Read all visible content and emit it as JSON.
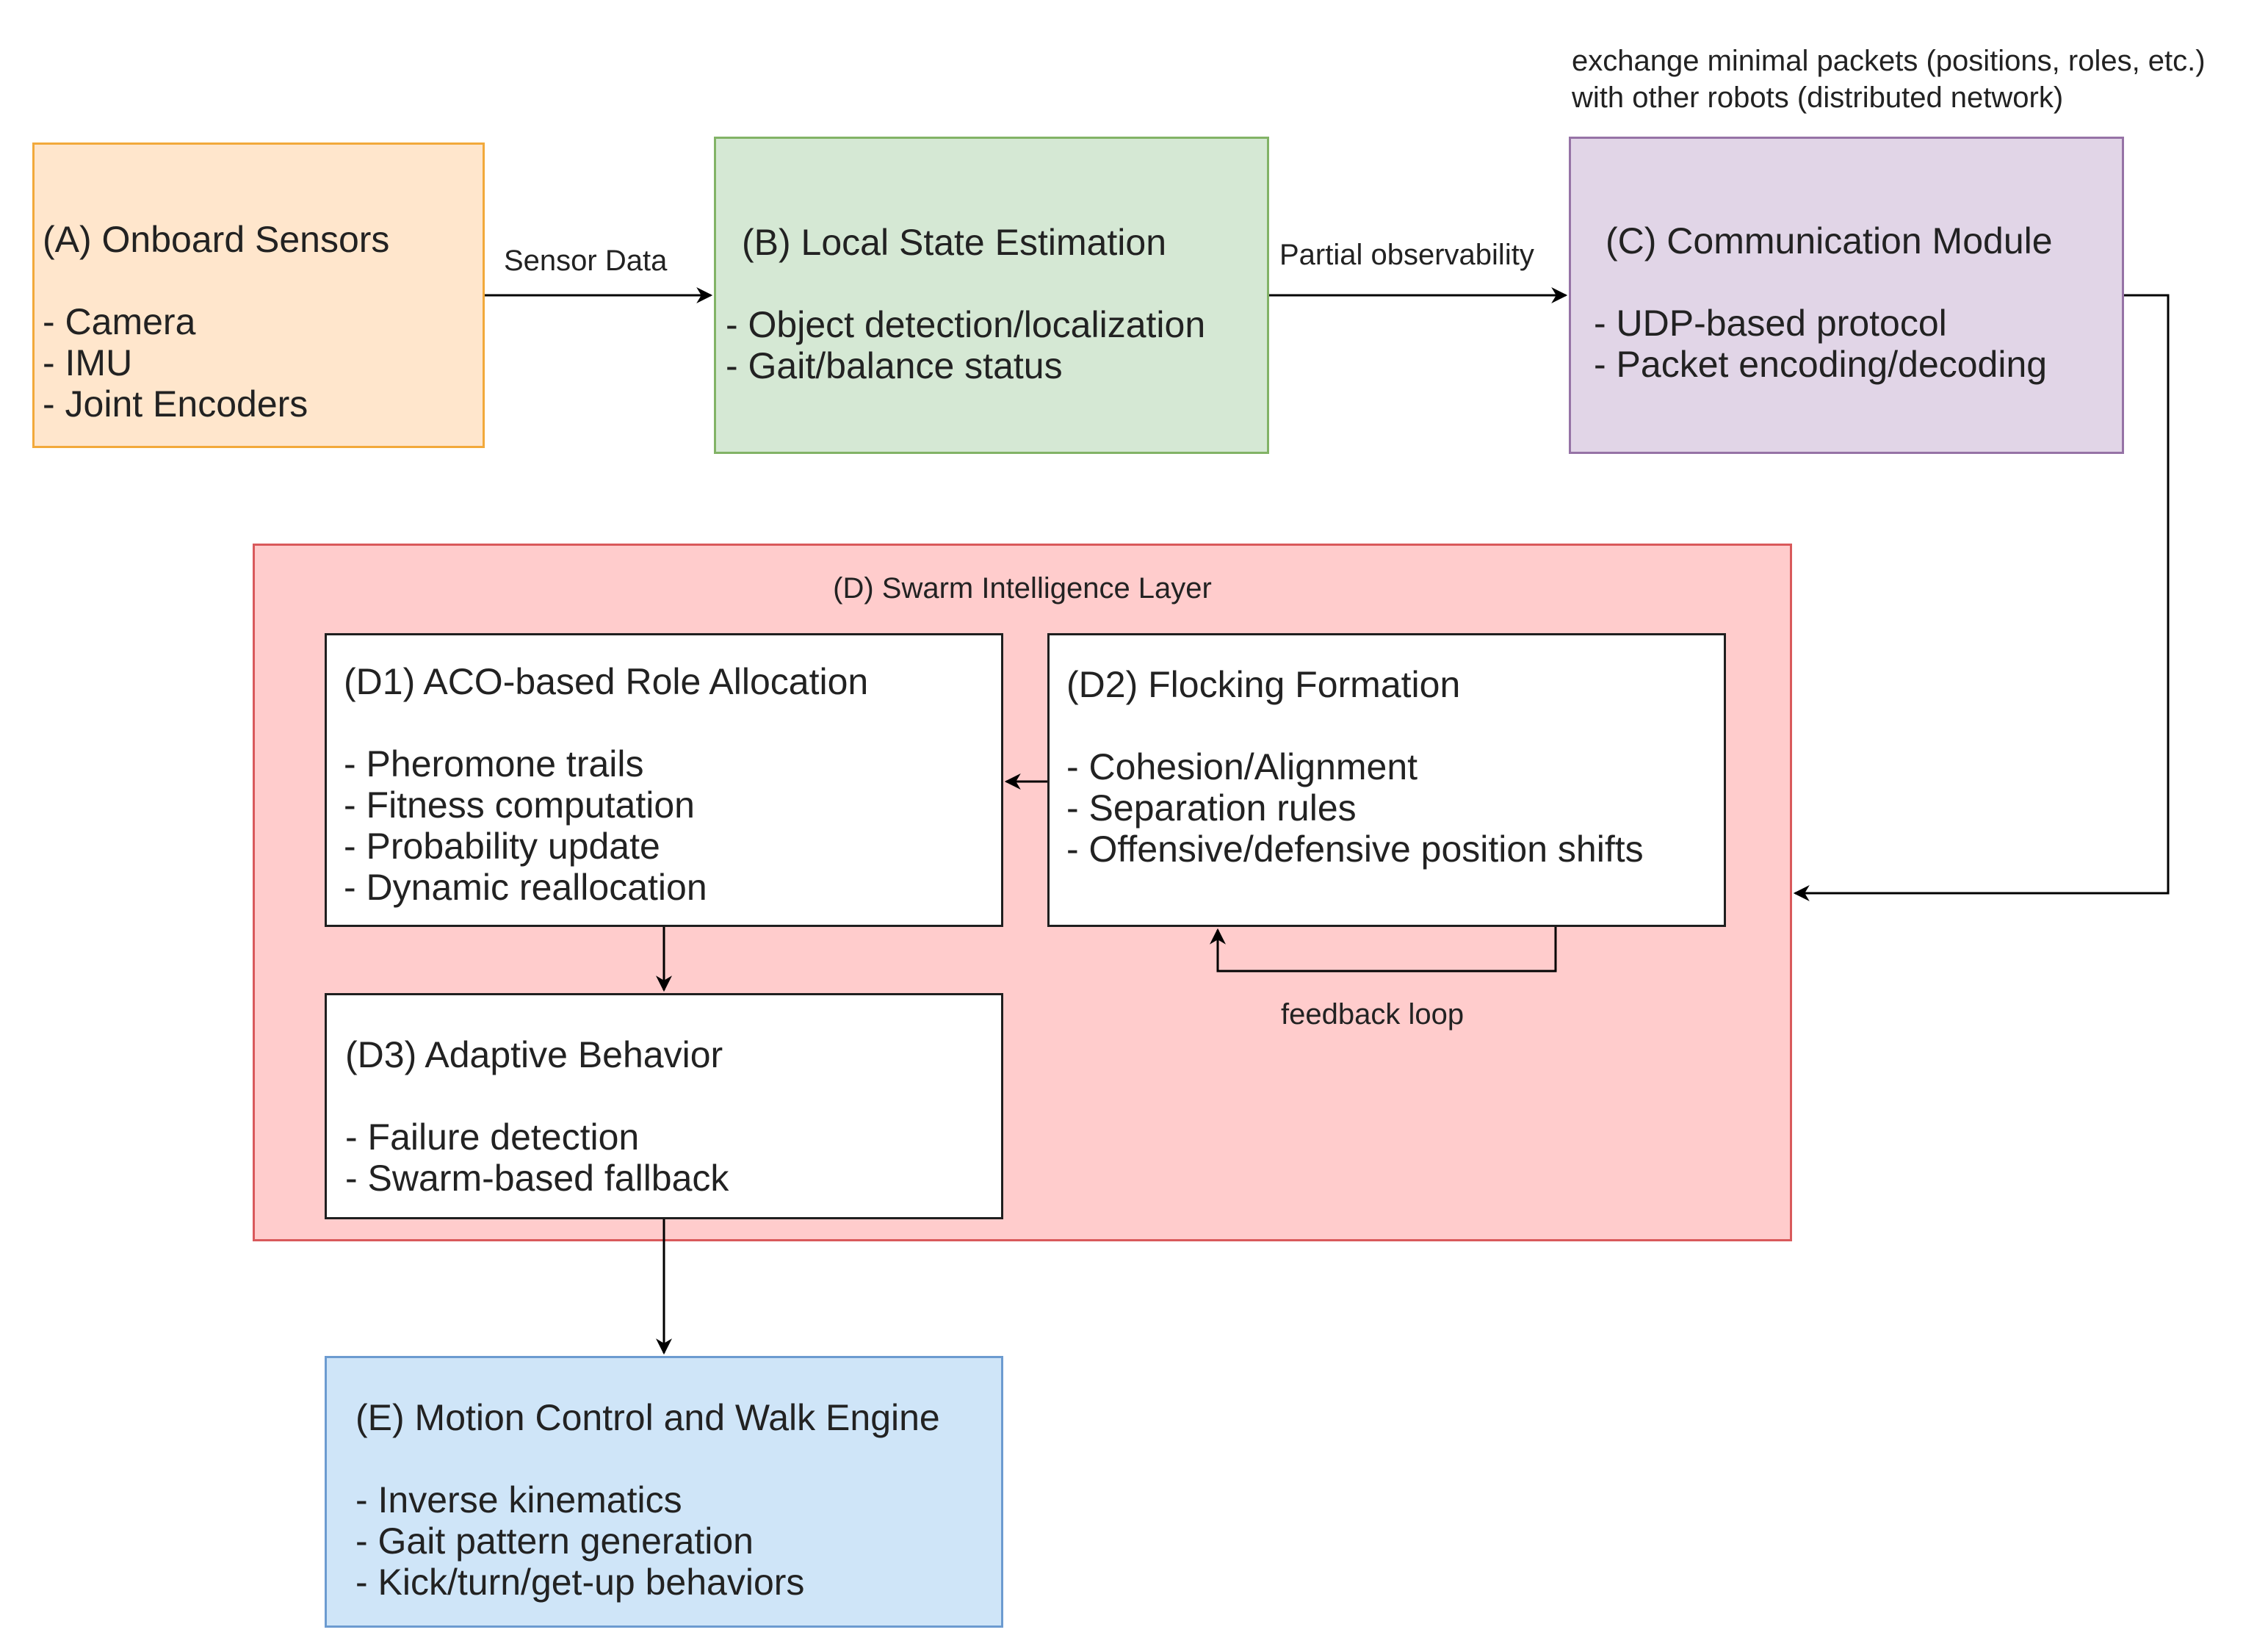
{
  "colors": {
    "sensors_fill": "#ffe6cc",
    "sensors_border": "#f2a93b",
    "state_fill": "#d5e8d4",
    "state_border": "#82b366",
    "comm_fill": "#e1d5e7",
    "comm_border": "#9673a6",
    "swarm_fill": "#ffcccc",
    "swarm_border": "#d9595b",
    "inner_fill": "#ffffff",
    "inner_border": "#1f1f1f",
    "motion_fill": "#cfe5f8",
    "motion_border": "#6c9bd0",
    "arrow": "#000000"
  },
  "nodes": {
    "sensors": {
      "title": "(A) Onboard Sensors",
      "items": [
        "- Camera",
        "- IMU",
        "- Joint Encoders"
      ]
    },
    "state": {
      "title": "(B) Local State Estimation",
      "items": [
        "- Object detection/localization",
        "- Gait/balance status"
      ]
    },
    "comm": {
      "title": "(C) Communication Module",
      "items": [
        "- UDP-based protocol",
        "- Packet encoding/decoding"
      ]
    },
    "swarm": {
      "title": "(D) Swarm Intelligence Layer"
    },
    "aco": {
      "title": "(D1) ACO-based Role Allocation",
      "items": [
        "- Pheromone trails",
        "- Fitness computation",
        "- Probability update",
        "- Dynamic reallocation"
      ]
    },
    "flocking": {
      "title": "(D2) Flocking Formation",
      "items": [
        "- Cohesion/Alignment",
        "- Separation rules",
        "- Offensive/defensive position shifts"
      ]
    },
    "adaptive": {
      "title": "(D3) Adaptive Behavior",
      "items": [
        "- Failure detection",
        "- Swarm-based fallback"
      ]
    },
    "motion": {
      "title": "(E) Motion Control and Walk Engine",
      "items": [
        "- Inverse kinematics",
        "- Gait pattern generation",
        "- Kick/turn/get-up behaviors"
      ]
    }
  },
  "edges": {
    "sensor_data": "Sensor Data",
    "partial_observability": "Partial observability",
    "exchange_note_line1": "exchange minimal packets (positions, roles, etc.)",
    "exchange_note_line2": "with other robots (distributed network)",
    "feedback_loop": "feedback loop"
  }
}
